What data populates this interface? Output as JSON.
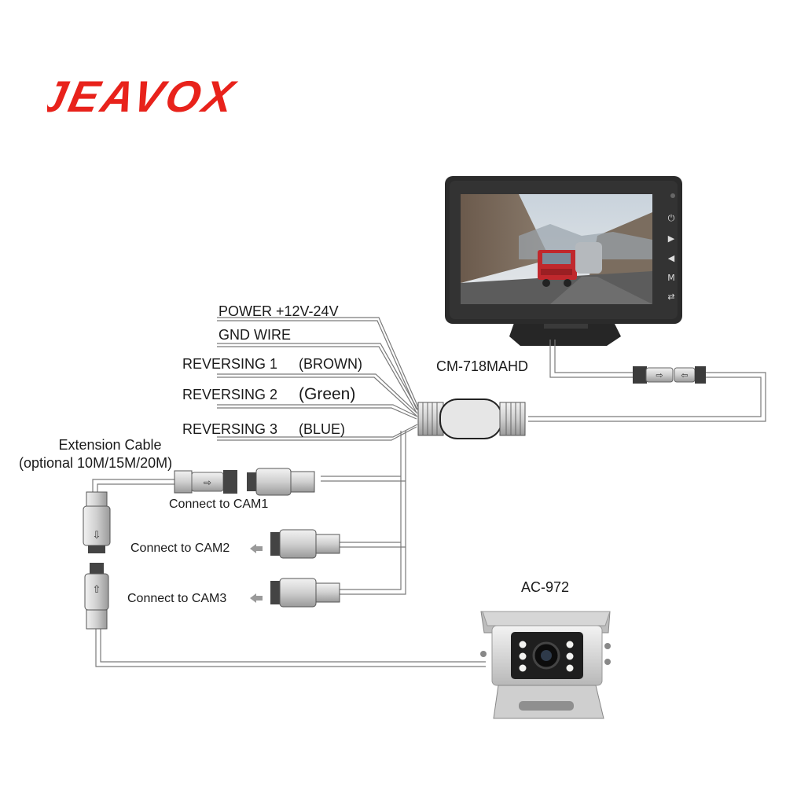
{
  "brand": {
    "logo_text": "JEAVOX",
    "color": "#e8221b"
  },
  "monitor": {
    "model": "CM-718MAHD",
    "buttons": [
      "⏻",
      "▶",
      "◀",
      "M",
      "⇄"
    ]
  },
  "wires": [
    {
      "label": "POWER +12V-24V"
    },
    {
      "label": "GND WIRE"
    },
    {
      "label": "REVERSING 1",
      "color_name": "(BROWN)"
    },
    {
      "label": "REVERSING 2",
      "color_name": "(Green)"
    },
    {
      "label": "REVERSING 3",
      "color_name": "(BLUE)"
    }
  ],
  "extension": {
    "title": "Extension Cable",
    "options": "(optional 10M/15M/20M)"
  },
  "connectors": [
    {
      "label": "Connect to CAM1"
    },
    {
      "label": "Connect to CAM2"
    },
    {
      "label": "Connect to CAM3"
    }
  ],
  "camera": {
    "model": "AC-972"
  },
  "colors": {
    "wire": "#7a7a7a",
    "connector": "#d8d8d8",
    "connector_dark": "#3c3c3c",
    "monitor_body": "#2b2b2b",
    "camera_body": "#dcdcdc"
  }
}
